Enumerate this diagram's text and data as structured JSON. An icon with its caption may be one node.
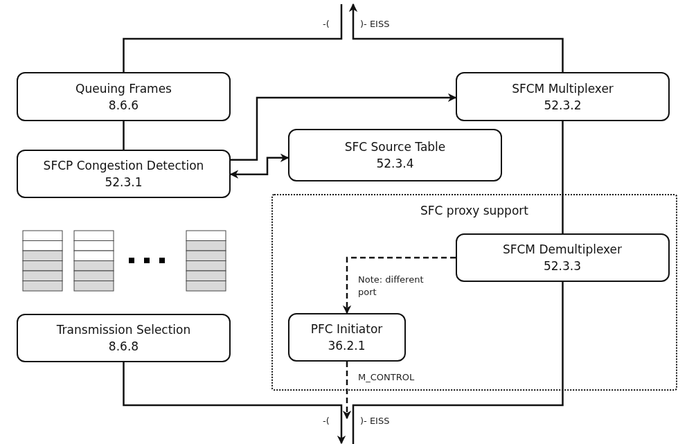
{
  "diagram": {
    "nodes": [
      {
        "text": [
          "Queuing Frames",
          "8.6.6"
        ]
      },
      {
        "text": [
          "SFCM Multiplexer",
          "52.3.2"
        ]
      },
      {
        "text": [
          "SFCP Congestion Detection",
          "52.3.1"
        ]
      },
      {
        "text": [
          "SFC Source Table",
          "52.3.4"
        ]
      },
      {
        "text": [
          "SFC proxy support"
        ]
      },
      {
        "text": [
          "SFCM Demultiplexer",
          "52.3.3"
        ],
        "in": 4
      },
      {
        "text": [
          "PFC Initiator",
          "36.2.1"
        ],
        "in": 4
      },
      {
        "text": [
          "Transmission Selection",
          "8.6.8"
        ]
      }
    ],
    "edges": [
      {
        "from": 0,
        "to": null,
        "arrow": "none"
      },
      {
        "from": 1,
        "to": null,
        "arrow": "to"
      },
      {
        "from": 0,
        "to": 2,
        "arrow": "none"
      },
      {
        "from": 2,
        "to": 1,
        "arrow": "to"
      },
      {
        "from": 2,
        "to": 3,
        "arrow": "both"
      },
      {
        "from": 1,
        "to": 5,
        "arrow": "none"
      },
      {
        "from": 5,
        "to": 6,
        "arrow": "to",
        "style": "dashed",
        "label": "Note: different port"
      },
      {
        "from": 6,
        "to": null,
        "arrow": "to",
        "style": "dashed",
        "label": "M_CONTROL"
      },
      {
        "from": 7,
        "to": null,
        "arrow": "to"
      },
      {
        "from": 5,
        "to": null,
        "arrow": "none"
      }
    ],
    "labels": [
      "-(",
      ")- EISS",
      "-(",
      ")- EISS"
    ]
  }
}
